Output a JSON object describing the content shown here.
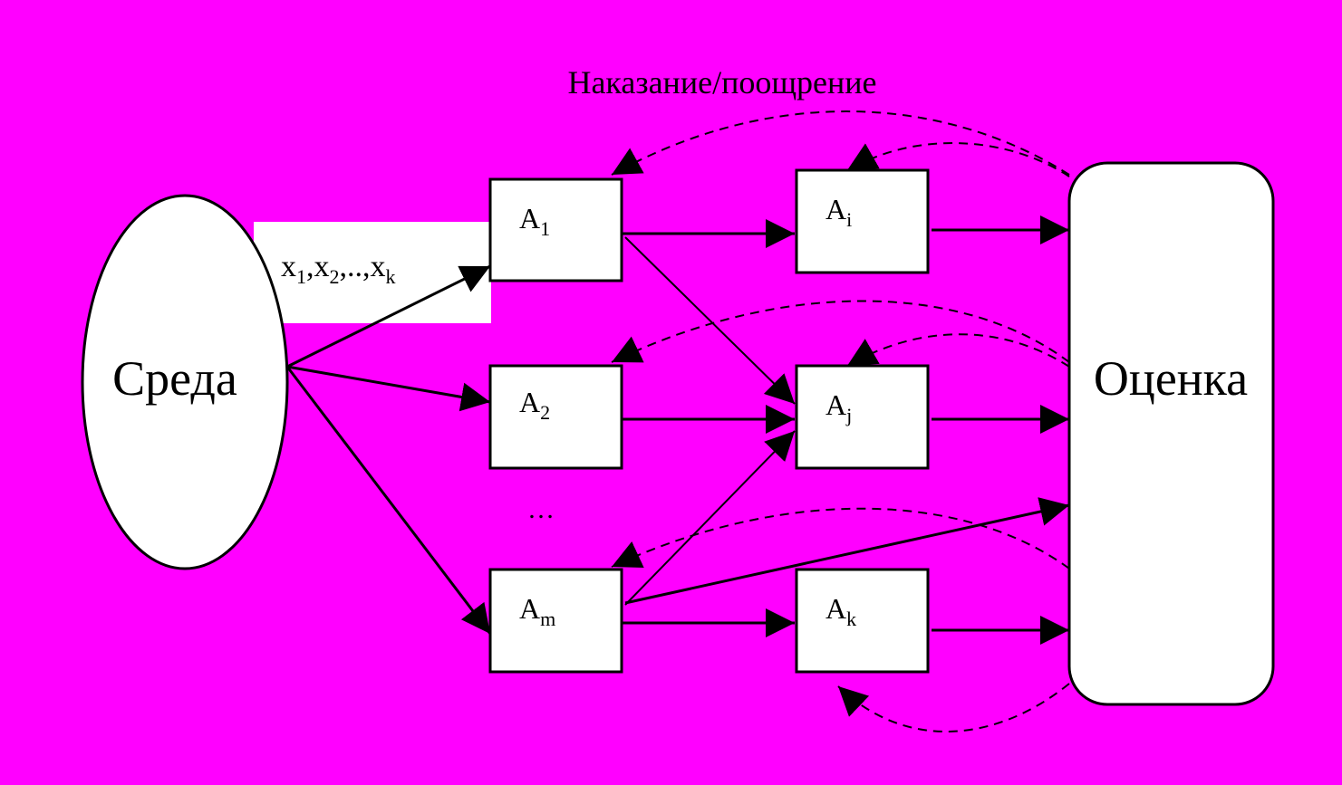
{
  "caption": "Наказание/поощрение",
  "environment": {
    "label": "Среда"
  },
  "evaluation": {
    "label": "Оценка"
  },
  "inputs": {
    "x1": "x",
    "x1_sub": "1",
    "x2": "x",
    "x2_sub": "2",
    "dots": ",..,",
    "xk": "x",
    "xk_sub": "k",
    "sep": ","
  },
  "agents": {
    "a1": {
      "letter": "A",
      "sub": "1"
    },
    "a2": {
      "letter": "A",
      "sub": "2"
    },
    "am": {
      "letter": "A",
      "sub": "m"
    },
    "ai": {
      "letter": "A",
      "sub": "i"
    },
    "aj": {
      "letter": "A",
      "sub": "j"
    },
    "ak": {
      "letter": "A",
      "sub": "k"
    }
  },
  "ellipsis": "…",
  "colors": {
    "background": "#ff00ff",
    "box": "#ffffff",
    "stroke": "#000000"
  }
}
